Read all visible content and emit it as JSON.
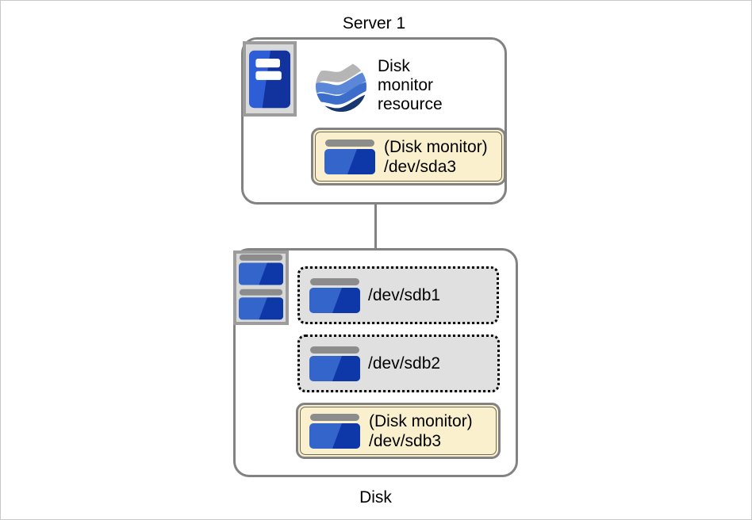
{
  "server": {
    "title": "Server 1",
    "resource_label": "Disk monitor resource",
    "monitor": {
      "tag": "(Disk monitor)",
      "device": "/dev/sda3"
    }
  },
  "disk": {
    "title": "Disk",
    "partitions": [
      {
        "label": "/dev/sdb1"
      },
      {
        "label": "/dev/sdb2"
      }
    ],
    "monitor": {
      "tag": "(Disk monitor)",
      "device": "/dev/sdb3"
    }
  },
  "icons": {
    "server_tower": "server-tower-icon",
    "globe_waves": "disk-monitor-globe-icon",
    "disk": "disk-partition-icon",
    "disk_stack": "disk-stack-icon"
  },
  "colors": {
    "box_border_gray": "#828282",
    "icon_frame_gray": "#9c9c9c",
    "icon_bg_gray": "#d9d9d9",
    "partition_bg": "#e0e0e0",
    "monitor_bg_cream": "#faf0cd",
    "monitor_inner_border": "#6b6b5b",
    "disk_blue_light": "#3365cb",
    "disk_blue_dark": "#0e37a7",
    "disk_bar_gray": "#8c8c8c",
    "globe_gray": "#b5b5b5",
    "globe_blue_light": "#5b87d8",
    "globe_blue_mid": "#3d6dca",
    "globe_navy": "#16366f"
  }
}
